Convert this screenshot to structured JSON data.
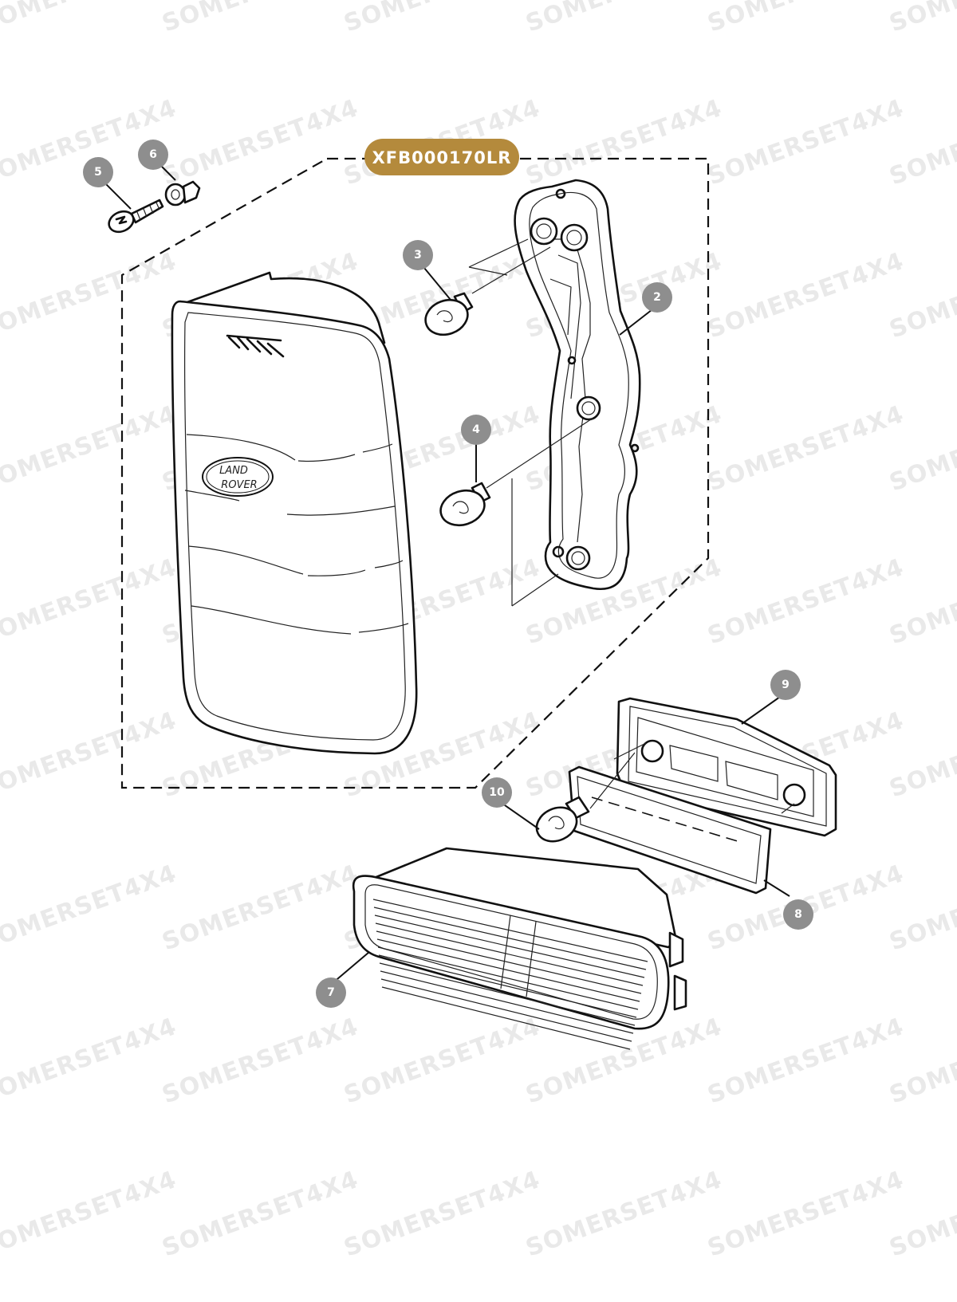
{
  "diagram": {
    "part_number": "XFB000170LR",
    "watermark": "SOMERSET4X4",
    "lens_badge": {
      "line1": "LAND",
      "line2": "ROVER"
    },
    "callouts": [
      {
        "id": "2",
        "label": "2"
      },
      {
        "id": "3",
        "label": "3"
      },
      {
        "id": "4",
        "label": "4"
      },
      {
        "id": "5",
        "label": "5"
      },
      {
        "id": "6",
        "label": "6"
      },
      {
        "id": "7",
        "label": "7"
      },
      {
        "id": "8",
        "label": "8"
      },
      {
        "id": "9",
        "label": "9"
      },
      {
        "id": "10",
        "label": "10"
      }
    ],
    "colors": {
      "part_label_bg": "#b48a3c",
      "callout_bg": "#8e8e8e",
      "watermark": "#e9e9e9"
    }
  }
}
